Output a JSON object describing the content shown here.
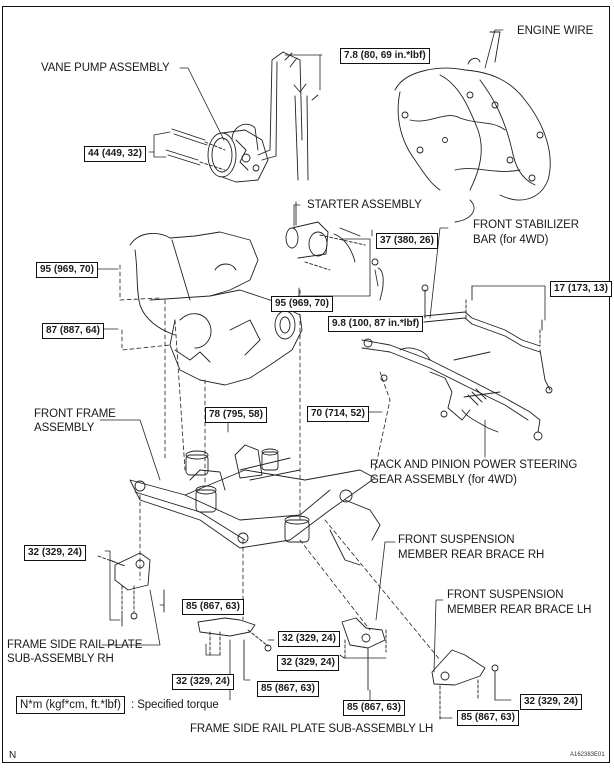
{
  "labels": {
    "vane_pump": "VANE PUMP ASSEMBLY",
    "engine_wire": "ENGINE WIRE",
    "starter": "STARTER ASSEMBLY",
    "front_stabilizer_1": "FRONT STABILIZER",
    "front_stabilizer_2": "BAR (for 4WD)",
    "front_frame_1": "FRONT FRAME",
    "front_frame_2": "ASSEMBLY",
    "rack_pinion_1": "RACK AND PINION POWER STEERING",
    "rack_pinion_2": "GEAR ASSEMBLY (for 4WD)",
    "rear_brace_rh_1": "FRONT SUSPENSION",
    "rear_brace_rh_2": "MEMBER REAR BRACE RH",
    "rear_brace_lh_1": "FRONT SUSPENSION",
    "rear_brace_lh_2": "MEMBER REAR BRACE LH",
    "rail_plate_rh_1": "FRAME SIDE RAIL PLATE",
    "rail_plate_rh_2": "SUB-ASSEMBLY RH",
    "rail_plate_lh": "FRAME SIDE RAIL PLATE SUB-ASSEMBLY LH"
  },
  "torques": {
    "vane_pump_bolts": "44 (449, 32)",
    "hose_clamp_bolts": "7.8 (80, 69 in.*lbf)",
    "starter_bolts": "37 (380, 26)",
    "starter_nut": "9.8 (100, 87 in.*lbf)",
    "stabilizer_bolts": "17 (173, 13)",
    "engine_mount_left": "95 (969, 70)",
    "engine_mount_right": "95 (969, 70)",
    "engine_mount_rear": "87 (887, 64)",
    "frame_bolt": "78 (795, 58)",
    "rack_nut": "70 (714, 52)",
    "rail_rh_bolts": "32 (329, 24)",
    "rail_rh_long": "85 (867, 63)",
    "rail_lh_side": "32 (329, 24)",
    "rail_lh_lower": "32 (329, 24)",
    "rail_lh_long": "85 (867, 63)",
    "brace_rh_bolts": "32 (329, 24)",
    "brace_rh_long": "85 (867, 63)",
    "brace_lh_bolts": "32 (329, 24)",
    "brace_lh_long": "85 (867, 63)"
  },
  "legend": {
    "unit": "N*m (kgf*cm, ft.*lbf)",
    "meaning": ": Specified torque"
  },
  "footer": {
    "corner_mark": "N",
    "figure_id": "A162383E01"
  }
}
